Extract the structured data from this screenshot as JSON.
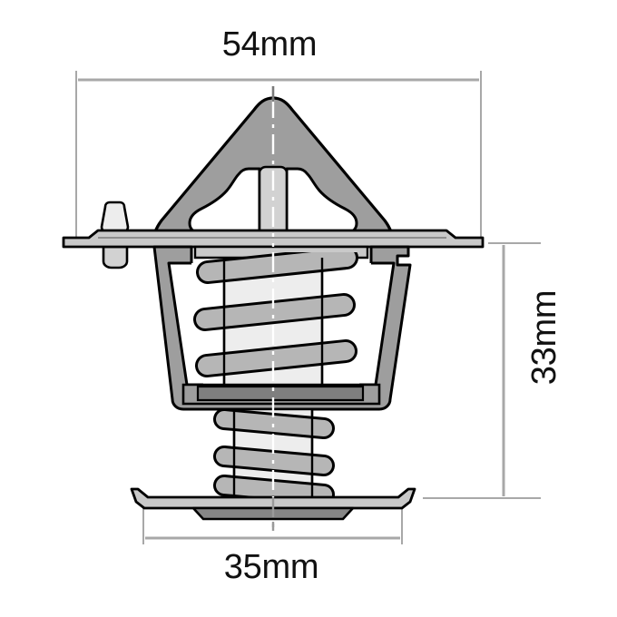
{
  "drawing": {
    "subject": "thermostat-cross-section",
    "background_color": "#ffffff",
    "outline_color": "#000000",
    "dimension_line_color": "#a8a8a8",
    "centerline_color": "#9a9a9a",
    "fills": {
      "body_gray": "#9e9e9e",
      "spring_gray": "#b6b6b6",
      "light_gray": "#ededed",
      "mid_gray": "#c9c9c9",
      "dark_gray": "#868686",
      "white": "#ffffff"
    }
  },
  "dimensions": {
    "width": {
      "label": "54mm",
      "value": 54,
      "unit": "mm",
      "orientation": "horizontal",
      "position": "top"
    },
    "height": {
      "label": "33mm",
      "value": 33,
      "unit": "mm",
      "orientation": "vertical",
      "position": "right"
    },
    "base": {
      "label": "35mm",
      "value": 35,
      "unit": "mm",
      "orientation": "horizontal",
      "position": "bottom"
    }
  },
  "parts": [
    {
      "name": "top-bracket",
      "description": "triangular frame with two cutout openings"
    },
    {
      "name": "flange",
      "description": "wide horizontal sealing flange"
    },
    {
      "name": "jiggle-pin",
      "description": "small air bleed pin on left of flange"
    },
    {
      "name": "body-cup",
      "description": "trapezoidal valve body"
    },
    {
      "name": "main-spring",
      "description": "large internal coil spring"
    },
    {
      "name": "lower-spring",
      "description": "small lower coil spring"
    },
    {
      "name": "bottom-plate",
      "description": "flat base plate with upturned edges"
    },
    {
      "name": "centerline",
      "description": "vertical dash-dot axis of symmetry"
    }
  ]
}
